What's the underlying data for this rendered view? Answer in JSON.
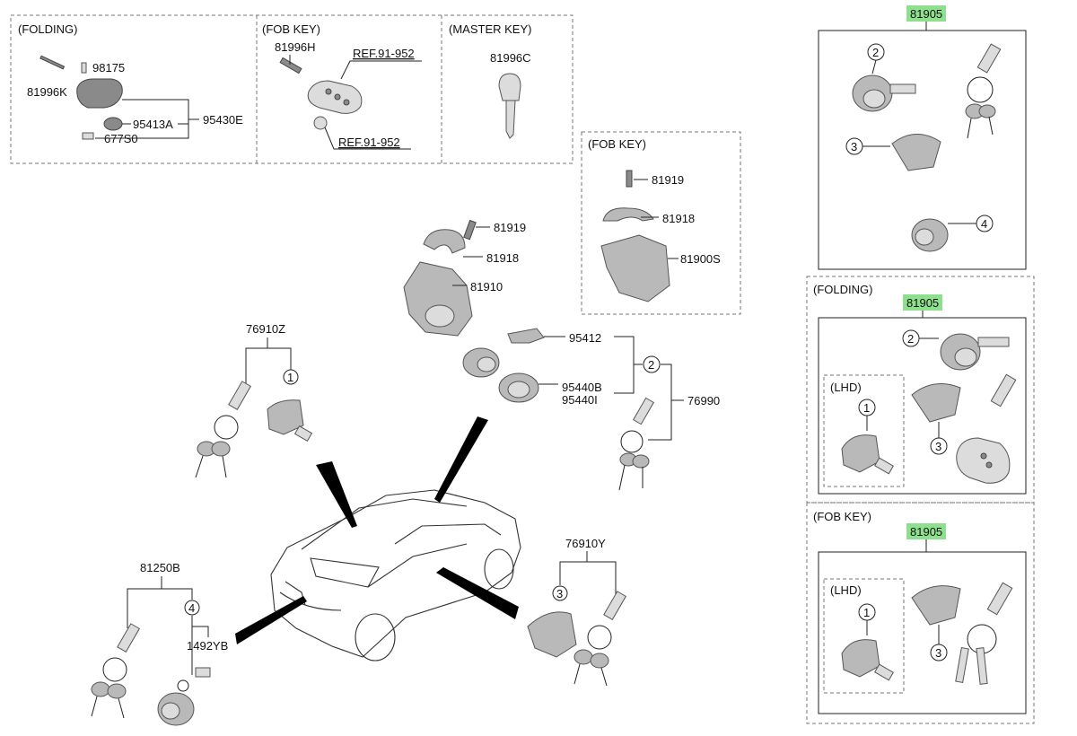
{
  "groups": {
    "folding_title": "(FOLDING)",
    "fob_key_title": "(FOB KEY)",
    "master_key_title": "(MASTER KEY)",
    "fob_key_title_2": "(FOB KEY)",
    "folding_title_right": "(FOLDING)",
    "fob_key_title_right": "(FOB KEY)",
    "lhd_1": "(LHD)",
    "lhd_2": "(LHD)"
  },
  "parts": {
    "p98175": "98175",
    "p81996K": "81996K",
    "p95430E": "95430E",
    "p95413A": "95413A",
    "p677S0": "677S0",
    "p81996H": "81996H",
    "ref_1": "REF.91-952",
    "ref_2": "REF.91-952",
    "p81996C": "81996C",
    "p81919_fob": "81919",
    "p81918_fob": "81918",
    "p81900S": "81900S",
    "p81919": "81919",
    "p81918": "81918",
    "p81910": "81910",
    "p95412": "95412",
    "p95440B": "95440B",
    "p95440I": "95440I",
    "p76990": "76990",
    "p76910Z": "76910Z",
    "p76910Y": "76910Y",
    "p81250B": "81250B",
    "p1492YB": "1492YB",
    "kit_1": "81905",
    "kit_2": "81905",
    "kit_3": "81905"
  },
  "callouts": {
    "c1_main": "1",
    "c2_main": "2",
    "c3_main": "3",
    "c4_main": "4",
    "c2_k1": "2",
    "c3_k1": "3",
    "c4_k1": "4",
    "c2_k2": "2",
    "c1_k2": "1",
    "c3_k2": "3",
    "c1_k3": "1",
    "c3_k3": "3"
  },
  "colors": {
    "badge": "#8ee08e"
  }
}
